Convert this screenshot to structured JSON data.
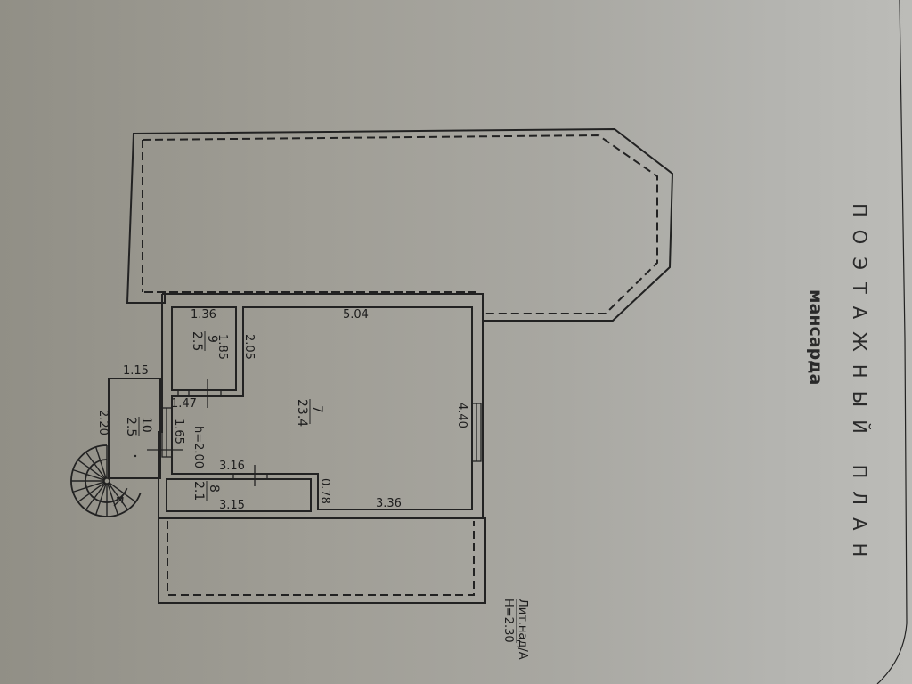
{
  "document": {
    "title": "ПОЭТАЖНЫЙ ПЛАН",
    "subtitle": "мансарда",
    "litera_label": "Лит.над/А",
    "height_label": "H=2.30"
  },
  "rooms": [
    {
      "number": "7",
      "area": "23.4",
      "dims": [
        "5.04",
        "4.40",
        "3.36",
        "0.78",
        "3.16",
        "2.05",
        "1.47",
        "1.65"
      ]
    },
    {
      "number": "8",
      "area": "2.1",
      "dims": [
        "3.15"
      ]
    },
    {
      "number": "9",
      "area": "2.5",
      "dims": [
        "1.36",
        "1.85"
      ]
    },
    {
      "number": "10",
      "area": "2.5",
      "dims": [
        "1.15",
        "2.20"
      ]
    }
  ],
  "labels": {
    "d_504": "5.04",
    "d_440": "4.40",
    "d_336": "3.36",
    "d_078": "0.78",
    "d_316": "3.16",
    "d_315": "3.15",
    "d_136": "1.36",
    "d_185": "1.85",
    "d_205": "2.05",
    "d_147": "1.47",
    "d_165": "1.65",
    "d_115": "1.15",
    "d_220": "2.20",
    "h_200": "h=2.00",
    "r7_num": "7",
    "r7_area": "23.4",
    "r8_num": "8",
    "r8_area": "2.1",
    "r9_num": "9",
    "r9_area": "2.5",
    "r10_num": "10",
    "r10_area": "2.5"
  },
  "colors": {
    "paper": "#a4a39c",
    "ink": "#222222"
  }
}
